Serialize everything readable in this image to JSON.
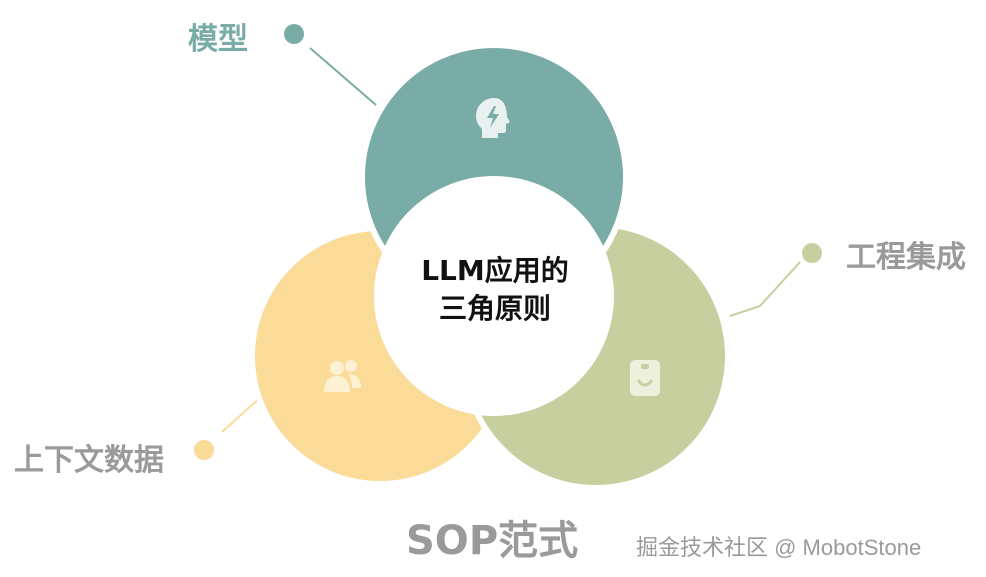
{
  "labels": {
    "model": "模型",
    "engineering": "工程集成",
    "context": "上下文数据",
    "sop": "SOP范式"
  },
  "center": {
    "line1": "LLM应用的",
    "line2": "三角原则"
  },
  "watermark": "掘金技术社区 @ MobotStone",
  "colors": {
    "model": "#7aaca7",
    "engineering": "#c8cf9f",
    "context": "#fadb98",
    "center": "#ffffff",
    "label_gray": "#9a9a9a"
  },
  "icons": {
    "model": "brain-bolt-icon",
    "engineering": "id-badge-icon",
    "context": "users-icon"
  }
}
